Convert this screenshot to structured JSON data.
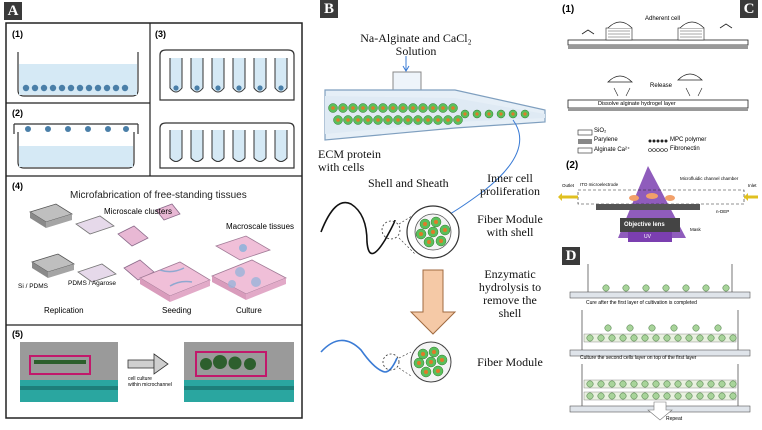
{
  "panels": {
    "a": {
      "letter": "A",
      "sub1": "(1)",
      "sub2": "(2)",
      "sub3": "(3)",
      "sub4": "(4)",
      "sub5": "(5)",
      "title4": "Microfabrication of free-standing tissues",
      "microscale": "Microscale clusters",
      "macroscale": "Macroscale tissues",
      "si_pdms": "Si / PDMS",
      "pdms_agarose": "PDMS / Agarose",
      "replication": "Replication",
      "seeding": "Seeding",
      "culture": "Culture",
      "cell_culture": "cell culture",
      "within": "within microchannel"
    },
    "b": {
      "letter": "B",
      "solution_line1": "Na-Alginate and CaCl₂",
      "solution_line2": "Solution",
      "ecm_line1": "ECM protein",
      "ecm_line2": "with cells",
      "shell_sheath": "Shell and Sheath",
      "inner_line1": "Inner cell",
      "inner_line2": "proliferation",
      "module_shell_line1": "Fiber Module",
      "module_shell_line2": "with shell",
      "enz_line1": "Enzymatic",
      "enz_line2": "hydrolysis to",
      "enz_line3": "remove the",
      "enz_line4": "shell",
      "fiber_module": "Fiber Module"
    },
    "c": {
      "letter": "C",
      "sub1": "(1)",
      "sub2": "(2)",
      "adherent": "Adherent cell",
      "release": "Release",
      "dissolve": "Dissolve alginate hydrogel layer",
      "legend_sio2": "SiO₂",
      "legend_parylene": "Parylene",
      "legend_mpc": "MPC polymer",
      "legend_alginate": "Alginate Ca²⁺",
      "legend_fibronectin": "Fibronectin",
      "outlet": "Outlet",
      "inlet": "Inlet",
      "ito": "ITO microelectrode",
      "microfluidic": "Microfluidic channel chamber",
      "ndep": "n-DEP",
      "mask": "Mask",
      "objective": "Objective lens",
      "uv": "UV"
    },
    "d": {
      "letter": "D",
      "step1": "Cure after the first layer of cultivation is completed",
      "step2": "Culture the second cells layer on top of the first layer",
      "repeat": "Repeat"
    }
  },
  "colors": {
    "letter_bg": "#3a3a3a",
    "cell_blue": "#4a7fa8",
    "liquid": "#d5e9f5",
    "pink": "#d9a7c7",
    "green_cell": "#4db84d",
    "purple_beam": "#7b3fb0",
    "arrow_orange": "#f5c9a6"
  }
}
